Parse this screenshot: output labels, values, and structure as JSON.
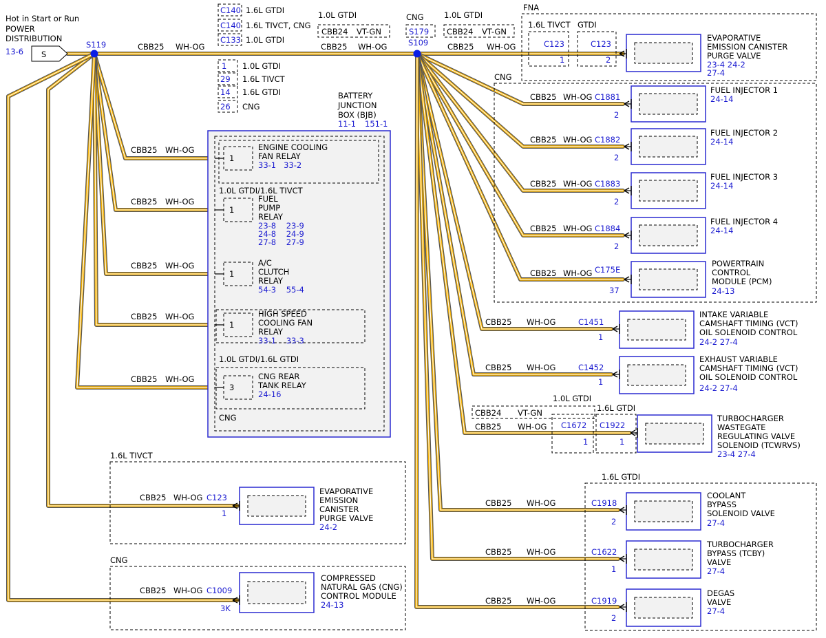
{
  "source": {
    "line1": "Hot in Start or Run",
    "line2": "POWER",
    "line3": "DISTRIBUTION",
    "ref": "13-6",
    "connector": "S"
  },
  "splices": {
    "s119": "S119",
    "s109": "S109",
    "cng_above_s109": "CNG"
  },
  "wire": {
    "circuit": "CBB25",
    "color": "WH-OG",
    "circuit_alt": "CBB24",
    "color_alt": "VT-GN"
  },
  "top_options": {
    "c140_a": "C140",
    "c140_a_text": "1.6L GTDI",
    "c140_b": "C140",
    "c140_b_text": "1.6L TIVCT, CNG",
    "c133": "C133",
    "c133_text": "1.0L GTDI",
    "pin1": "1",
    "pin1_text": "1.0L GTDI",
    "pin29": "29",
    "pin29_text": "1.6L TIVCT",
    "pin14": "14",
    "pin14_text": "1.6L GTDI",
    "pin26": "26",
    "pin26_text": "CNG",
    "mid_label": "1.0L GTDI",
    "right_label": "1.0L GTDI",
    "c179": "S179"
  },
  "bjb": {
    "title1": "BATTERY",
    "title2": "JUNCTION",
    "title3": "BOX (BJB)",
    "ref1": "11-1",
    "ref2": "151-1",
    "group1_label": "1.0L GTDI/1.6L TIVCT",
    "group2_label": "1.0L GTDI/1.6L GTDI",
    "group3_label": "CNG",
    "relays": [
      {
        "pin": "1",
        "l1": "ENGINE COOLING",
        "l2": "FAN RELAY",
        "l3": "",
        "r1": "33-1   33-2",
        "r2": "",
        "r3": ""
      },
      {
        "pin": "1",
        "l1": "FUEL",
        "l2": "PUMP",
        "l3": "RELAY",
        "r1": "23-8    23-9",
        "r2": "24-8    24-9",
        "r3": "27-8    27-9"
      },
      {
        "pin": "1",
        "l1": "A/C",
        "l2": "CLUTCH",
        "l3": "RELAY",
        "r1": "54-3    55-4",
        "r2": "",
        "r3": ""
      },
      {
        "pin": "1",
        "l1": "HIGH SPEED",
        "l2": "COOLING FAN",
        "l3": "RELAY",
        "r1": "33-1    33-3",
        "r2": "",
        "r3": ""
      },
      {
        "pin": "3",
        "l1": "CNG REAR",
        "l2": "TANK RELAY",
        "l3": "",
        "r1": "24-16",
        "r2": "",
        "r3": ""
      }
    ]
  },
  "left_loads": {
    "tivct_label": "1.6L TIVCT",
    "evap": {
      "conn": "C123",
      "pin": "1",
      "l1": "EVAPORATIVE",
      "l2": "EMISSION",
      "l3": "CANISTER",
      "l4": "PURGE VALVE",
      "ref": "24-2"
    },
    "cng_label": "CNG",
    "cngmod": {
      "conn": "C1009",
      "pin": "3K",
      "l1": "COMPRESSED",
      "l2": "NATURAL GAS (CNG)",
      "l3": "CONTROL MODULE",
      "ref": "24-13"
    }
  },
  "right_loads": {
    "fna_label": "FNA",
    "fna_tivct": "1.6L TIVCT",
    "fna_gtdi": "GTDI",
    "evap_top": {
      "conn1": "C123",
      "pin1": "1",
      "conn2": "C123",
      "pin2": "2",
      "l1": "EVAPORATIVE",
      "l2": "EMISSION CANISTER",
      "l3": "PURGE VALVE",
      "ref1": "23-4    24-2",
      "ref2": "27-4"
    },
    "cng_group_label": "CNG",
    "injectors": [
      {
        "conn": "C1881",
        "pin": "2",
        "name": "FUEL INJECTOR 1",
        "ref": "24-14"
      },
      {
        "conn": "C1882",
        "pin": "2",
        "name": "FUEL INJECTOR 2",
        "ref": "24-14"
      },
      {
        "conn": "C1883",
        "pin": "2",
        "name": "FUEL INJECTOR 3",
        "ref": "24-14"
      },
      {
        "conn": "C1884",
        "pin": "2",
        "name": "FUEL INJECTOR 4",
        "ref": "24-14"
      }
    ],
    "pcm": {
      "conn": "C175E",
      "pin": "37",
      "l1": "POWERTRAIN",
      "l2": "CONTROL",
      "l3": "MODULE (PCM)",
      "ref": "24-13"
    },
    "ivct": {
      "conn": "C1451",
      "pin": "1",
      "l1": "INTAKE VARIABLE",
      "l2": "CAMSHAFT TIMING (VCT)",
      "l3": "OIL SOLENOID CONTROL",
      "ref": "24-2    27-4"
    },
    "evct": {
      "conn": "C1452",
      "pin": "1",
      "l1": "EXHAUST VARIABLE",
      "l2": "CAMSHAFT TIMING (VCT)",
      "l3": "OIL SOLENOID CONTROL",
      "ref": "24-2    27-4"
    },
    "turbo_10_label": "1.0L GTDI",
    "turbo_16_label": "1.6L GTDI",
    "turbo": {
      "conn1": "C1672",
      "pin1": "1",
      "conn2": "C1922",
      "pin2": "1",
      "l1": "TURBOCHARGER",
      "l2": "WASTEGATE",
      "l3": "REGULATING VALVE",
      "l4": "SOLENOID (TCWRVS)",
      "ref": "23-4    27-4"
    },
    "gtdi_group_label": "1.6L GTDI",
    "coolant": {
      "conn": "C1918",
      "pin": "2",
      "l1": "COOLANT",
      "l2": "BYPASS",
      "l3": "SOLENOID VALVE",
      "ref": "27-4"
    },
    "tcby": {
      "conn": "C1622",
      "pin": "1",
      "l1": "TURBOCHARGER",
      "l2": "BYPASS (TCBY)",
      "l3": "VALVE",
      "ref": "27-4"
    },
    "degas": {
      "conn": "C1919",
      "pin": "2",
      "l1": "DEGAS",
      "l2": "VALVE",
      "ref": "27-4"
    }
  },
  "colors": {
    "wire_fill": "#f5b000",
    "link": "#1a1ad0",
    "splice": "#0a1ee6"
  }
}
